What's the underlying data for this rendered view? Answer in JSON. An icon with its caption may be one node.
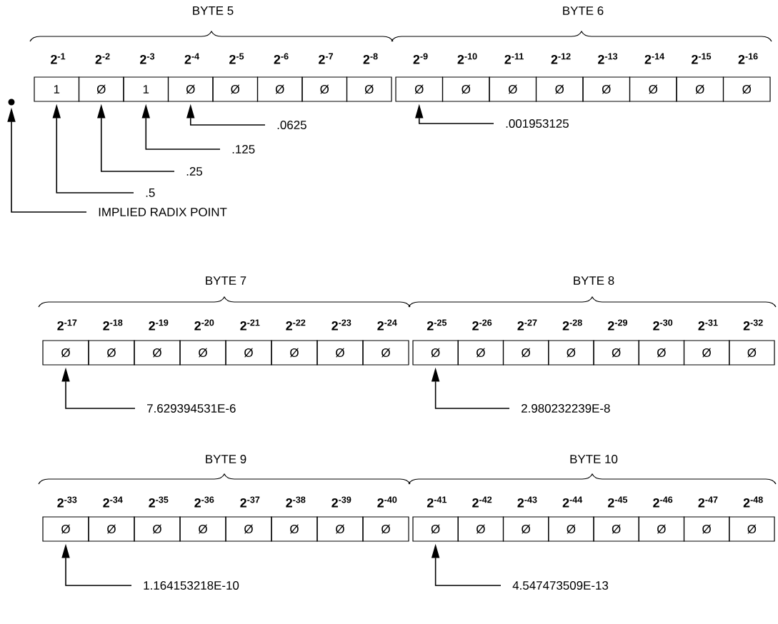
{
  "diagram": {
    "nodes": [
      {
        "text": [
          "1"
        ]
      },
      {
        "text": [
          "Ø"
        ]
      },
      {
        "text": [
          "1"
        ]
      },
      {
        "text": [
          "Ø"
        ]
      },
      {
        "text": [
          "Ø"
        ]
      },
      {
        "text": [
          "Ø"
        ]
      },
      {
        "text": [
          "Ø"
        ]
      },
      {
        "text": [
          "Ø"
        ]
      },
      {
        "text": [
          "Ø"
        ]
      },
      {
        "text": [
          "Ø"
        ]
      },
      {
        "text": [
          "Ø"
        ]
      },
      {
        "text": [
          "Ø"
        ]
      },
      {
        "text": [
          "Ø"
        ]
      },
      {
        "text": [
          "Ø"
        ]
      },
      {
        "text": [
          "Ø"
        ]
      },
      {
        "text": [
          "Ø"
        ]
      },
      {
        "text": [
          "Ø"
        ]
      },
      {
        "text": [
          "Ø"
        ]
      },
      {
        "text": [
          "Ø"
        ]
      },
      {
        "text": [
          "Ø"
        ]
      },
      {
        "text": [
          "Ø"
        ]
      },
      {
        "text": [
          "Ø"
        ]
      },
      {
        "text": [
          "Ø"
        ]
      },
      {
        "text": [
          "Ø"
        ]
      },
      {
        "text": [
          "Ø"
        ]
      },
      {
        "text": [
          "Ø"
        ]
      },
      {
        "text": [
          "Ø"
        ]
      },
      {
        "text": [
          "Ø"
        ]
      },
      {
        "text": [
          "Ø"
        ]
      },
      {
        "text": [
          "Ø"
        ]
      },
      {
        "text": [
          "Ø"
        ]
      },
      {
        "text": [
          "Ø"
        ]
      },
      {
        "text": [
          "Ø"
        ]
      },
      {
        "text": [
          "Ø"
        ]
      },
      {
        "text": [
          "Ø"
        ]
      },
      {
        "text": [
          "Ø"
        ]
      },
      {
        "text": [
          "Ø"
        ]
      },
      {
        "text": [
          "Ø"
        ]
      },
      {
        "text": [
          "Ø"
        ]
      },
      {
        "text": [
          "Ø"
        ]
      },
      {
        "text": [
          "Ø"
        ]
      },
      {
        "text": [
          "Ø"
        ]
      },
      {
        "text": [
          "Ø"
        ]
      },
      {
        "text": [
          "Ø"
        ]
      },
      {
        "text": [
          "Ø"
        ]
      },
      {
        "text": [
          "Ø"
        ]
      },
      {
        "text": [
          "Ø"
        ]
      },
      {
        "text": [
          "Ø"
        ]
      },
      {
        "text": [
          ".5"
        ]
      },
      {
        "text": [
          ".25"
        ]
      },
      {
        "text": [
          ".125"
        ]
      },
      {
        "text": [
          ".0625"
        ]
      },
      {
        "text": [
          ".001953125"
        ]
      },
      {
        "text": [
          "7.629394531E-6"
        ]
      },
      {
        "text": [
          "2.980232239E-8"
        ]
      },
      {
        "text": [
          "1.164153218E-10"
        ]
      },
      {
        "text": [
          "4.547473509E-13"
        ]
      },
      {
        "text": [
          "IMPLIED RADIX POINT"
        ]
      },
      {
        "text": [],
        "shape": "circle"
      }
    ],
    "edges": [
      {
        "from": 48,
        "to": 0,
        "arrow": "to"
      },
      {
        "from": 49,
        "to": 1,
        "arrow": "to"
      },
      {
        "from": 50,
        "to": 2,
        "arrow": "to"
      },
      {
        "from": 51,
        "to": 3,
        "arrow": "to"
      },
      {
        "from": 52,
        "to": 8,
        "arrow": "to"
      },
      {
        "from": 53,
        "to": 16,
        "arrow": "to"
      },
      {
        "from": 54,
        "to": 24,
        "arrow": "to"
      },
      {
        "from": 55,
        "to": 32,
        "arrow": "to"
      },
      {
        "from": 56,
        "to": 40,
        "arrow": "to"
      },
      {
        "from": 57,
        "to": 58,
        "arrow": "to"
      }
    ],
    "labels": [
      "BYTE 5",
      "BYTE 6",
      "2$^{-1}$",
      "2$^{-2}$",
      "2$^{-3}$",
      "2$^{-4}$",
      "2$^{-5}$",
      "2$^{-6}$",
      "2$^{-7}$",
      "2$^{-8}$",
      "2$^{-9}$",
      "2$^{-10}$",
      "2$^{-11}$",
      "2$^{-12}$",
      "2$^{-13}$",
      "2$^{-14}$",
      "2$^{-15}$",
      "2$^{-16}$",
      "BYTE 7",
      "BYTE 8",
      "2$^{-17}$",
      "2$^{-18}$",
      "2$^{-19}$",
      "2$^{-20}$",
      "2$^{-21}$",
      "2$^{-22}$",
      "2$^{-23}$",
      "2$^{-24}$",
      "2$^{-25}$",
      "2$^{-26}$",
      "2$^{-27}$",
      "2$^{-28}$",
      "2$^{-29}$",
      "2$^{-30}$",
      "2$^{-31}$",
      "2$^{-32}$",
      "BYTE 9",
      "BYTE 10",
      "2$^{-33}$",
      "2$^{-34}$",
      "2$^{-35}$",
      "2$^{-36}$",
      "2$^{-37}$",
      "2$^{-38}$",
      "2$^{-39}$",
      "2$^{-40}$",
      "2$^{-41}$",
      "2$^{-42}$",
      "2$^{-43}$",
      "2$^{-44}$",
      "2$^{-45}$",
      "2$^{-46}$",
      "2$^{-47}$",
      "2$^{-48}$"
    ]
  }
}
